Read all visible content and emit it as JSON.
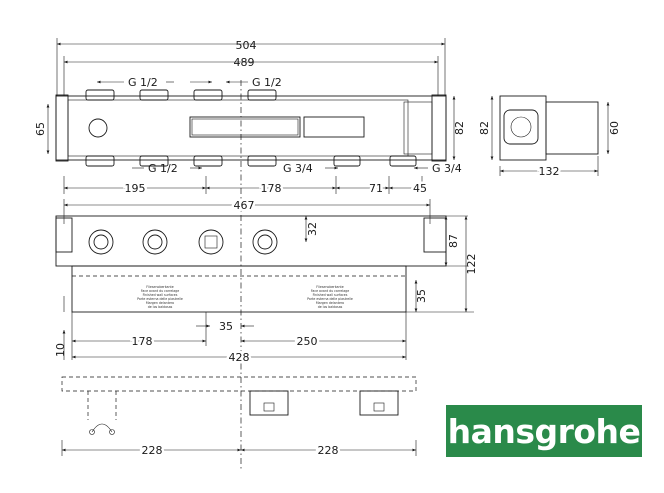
{
  "brand": {
    "logo_text": "hansgrohe",
    "logo_color": "#2a8a4a"
  },
  "top_view": {
    "overall_width": "504",
    "inner_width": "489",
    "thread_top_left": "G 1/2",
    "thread_top_right": "G 1/2",
    "thread_bottom_left": "G 1/2",
    "thread_bottom_right": "G 3/4",
    "thread_bottom_far_right": "G 3/4",
    "height_left": "65",
    "height_right": "82",
    "dim_195": "195",
    "dim_178": "178",
    "dim_71": "71",
    "dim_45": "45"
  },
  "side_view": {
    "depth": "82",
    "height": "60",
    "width": "132"
  },
  "front_view": {
    "width_467": "467",
    "dim_32": "32",
    "dim_87": "87",
    "dim_122": "122",
    "dim_35_v": "35",
    "dim_35_h": "35",
    "dim_178": "178",
    "dim_250": "250",
    "dim_10": "10",
    "width_428": "428"
  },
  "bottom_view": {
    "dim_228_left": "228",
    "dim_228_right": "228"
  },
  "plaster_labels": [
    "Fliesenoberkante",
    "Face avant du carrelage",
    "Finished wall surfaces",
    "Parte esterna delle piastrelle",
    "Margen delantero",
    "de los baldosas"
  ]
}
